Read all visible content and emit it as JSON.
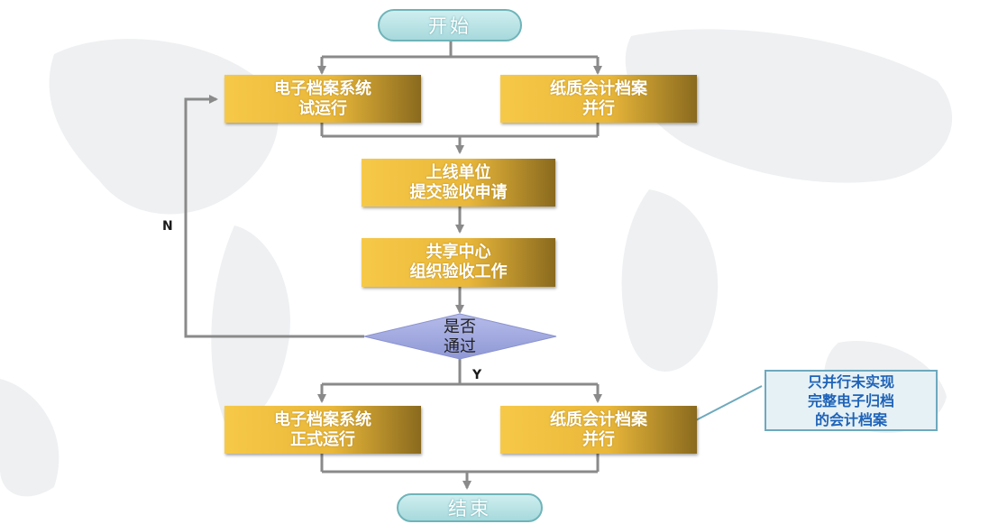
{
  "start": "开始",
  "end": "结束",
  "top_left": "电子档案系统\n试运行",
  "top_right": "纸质会计档案\n并行",
  "step_submit": "上线单位\n提交验收申请",
  "step_organize": "共享中心\n组织验收工作",
  "decision": "是否\n通过",
  "label_no": "N",
  "label_yes": "Y",
  "bottom_left": "电子档案系统\n正式运行",
  "bottom_right": "纸质会计档案\n并行",
  "note": "只并行未实现\n完整电子归档\n的会计档案",
  "colors": {
    "line": "#8a8a8a",
    "process": "#f0c040",
    "terminal": "#a7d9dc",
    "decision": "#9aa3dc",
    "note_text": "#1e63b8"
  }
}
